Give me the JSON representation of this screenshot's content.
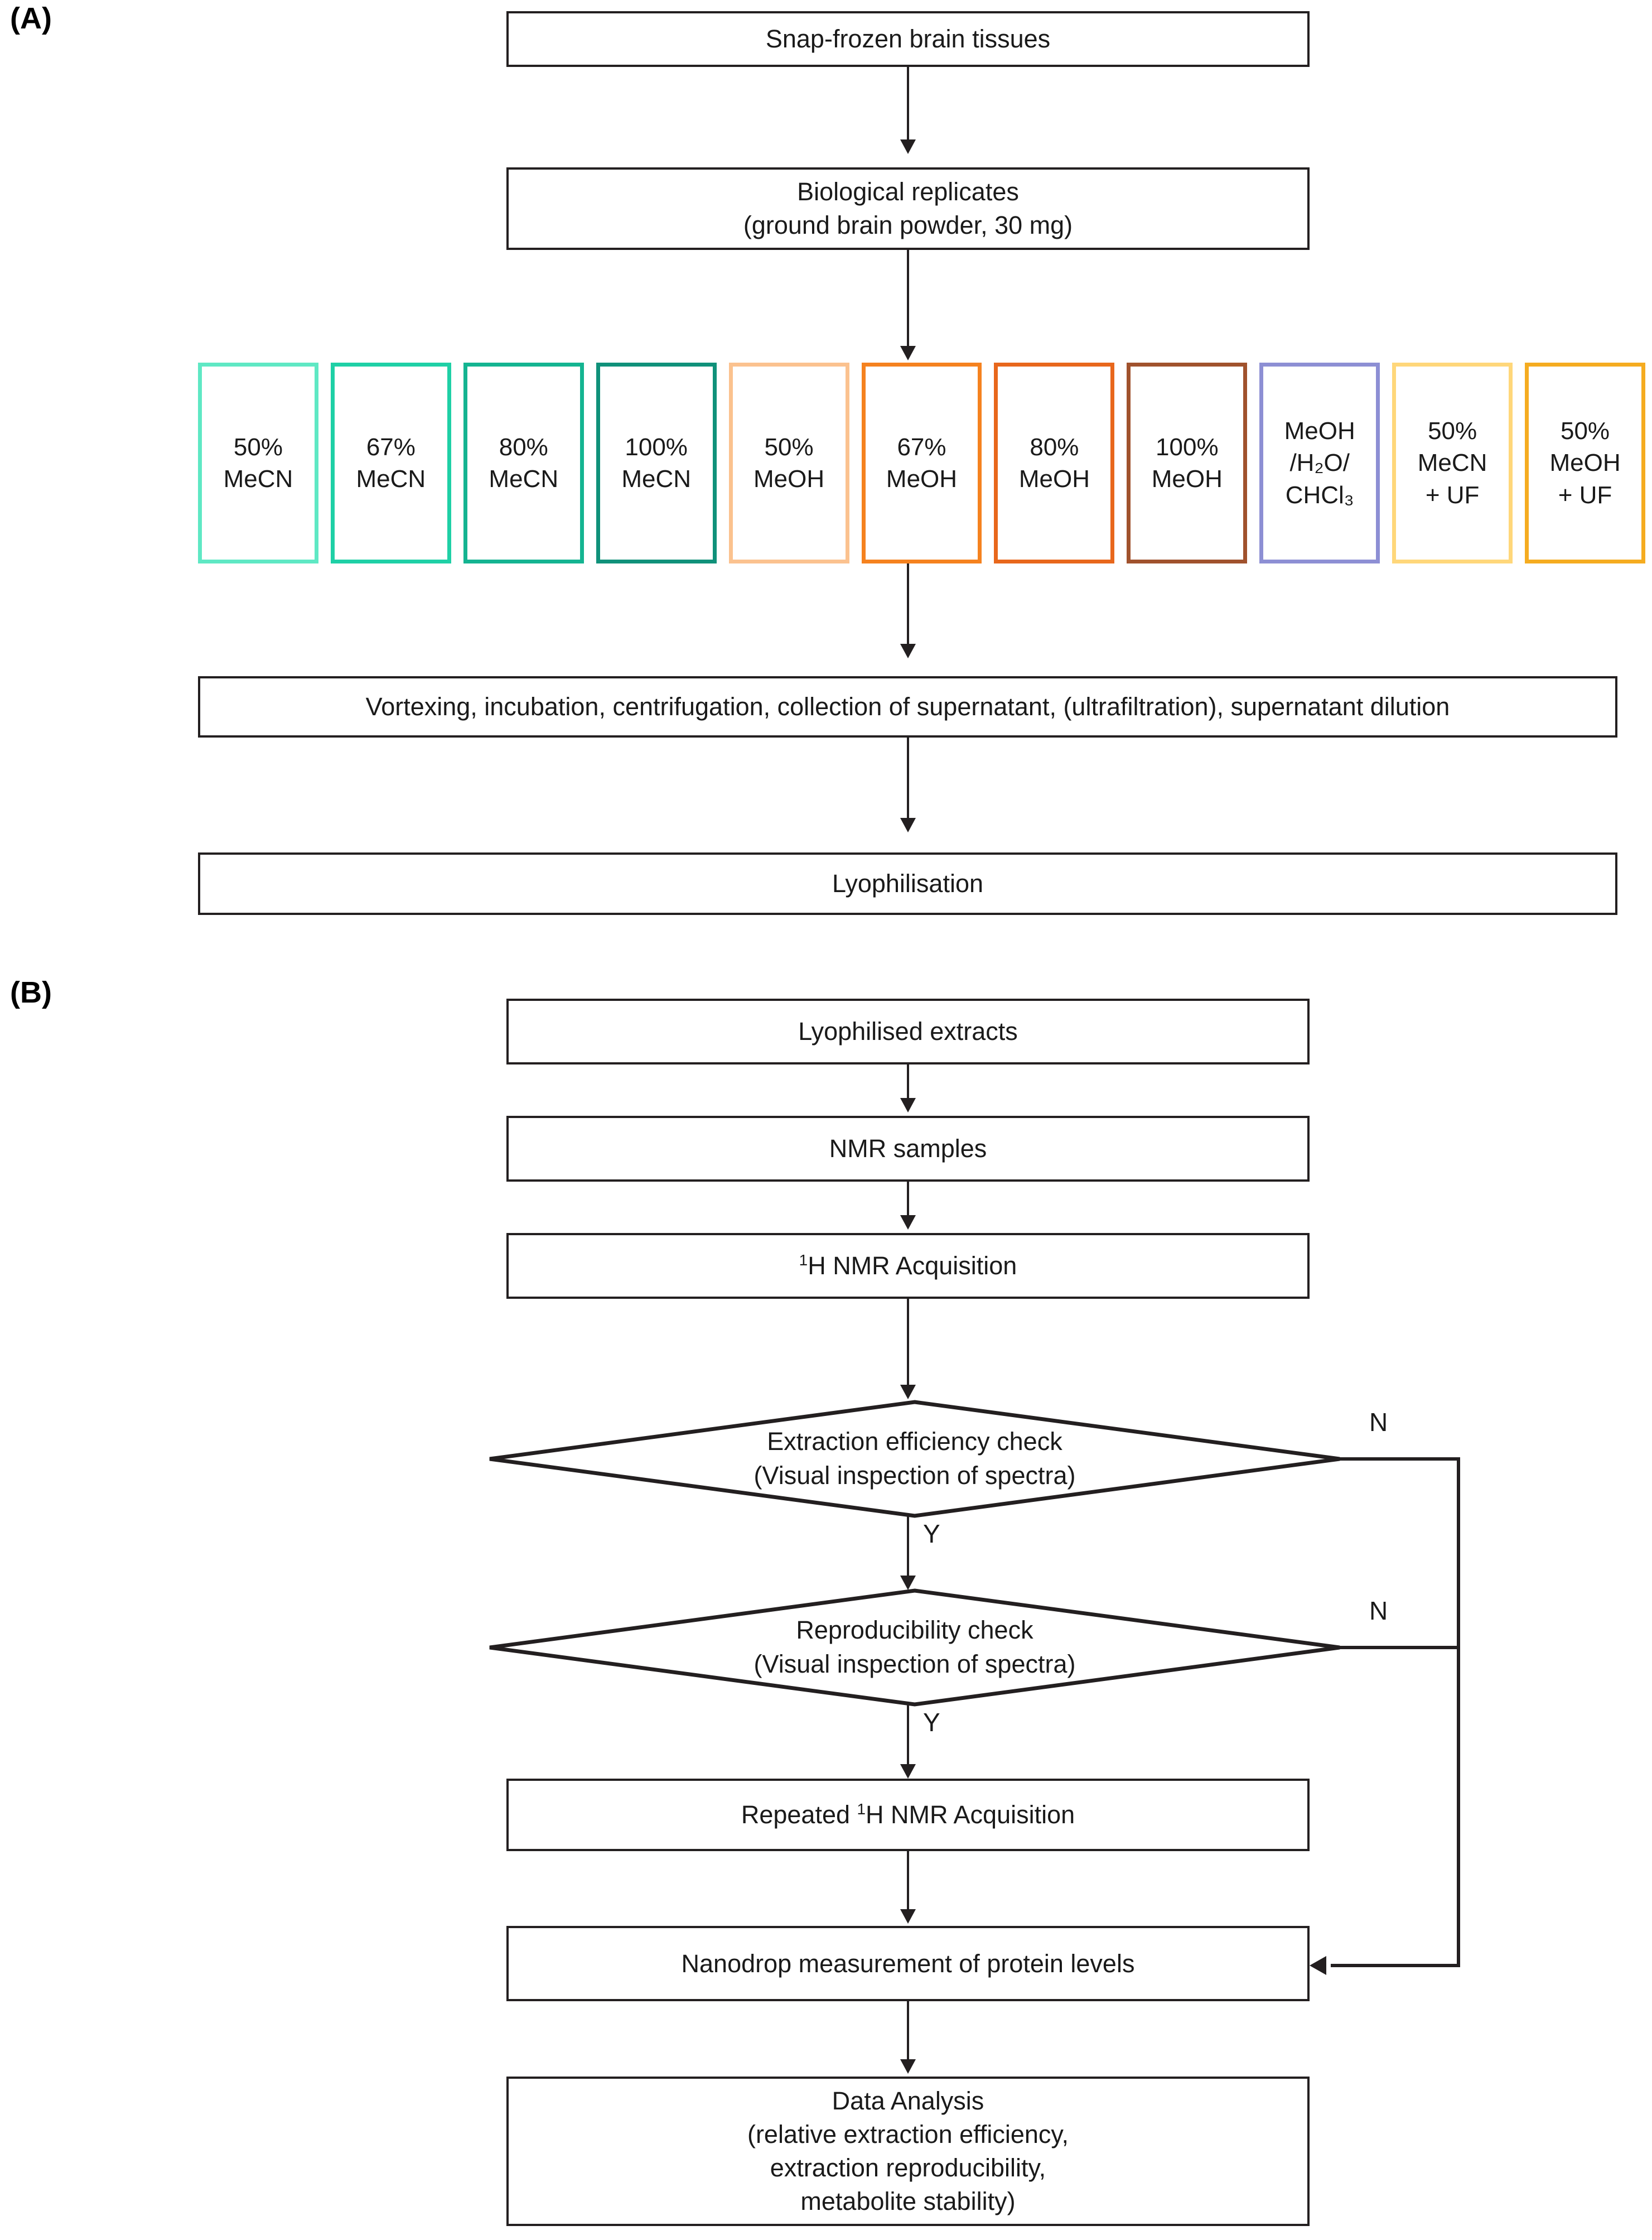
{
  "figure": {
    "panel_a_label": "(A)",
    "panel_b_label": "(B)"
  },
  "panel_a": {
    "boxes": {
      "tissues": "Snap-frozen brain tissues",
      "replicates_line1": "Biological replicates",
      "replicates_line2": "(ground brain powder, 30 mg)",
      "processing": "Vortexing, incubation, centrifugation, collection of supernatant, (ultrafiltration), supernatant dilution",
      "lyophilisation": "Lyophilisation"
    },
    "solvents": [
      {
        "line1": "50%",
        "line2": "MeCN",
        "line3": "",
        "color": "#5fe8c4"
      },
      {
        "line1": "67%",
        "line2": "MeCN",
        "line3": "",
        "color": "#1fd0a6"
      },
      {
        "line1": "80%",
        "line2": "MeCN",
        "line3": "",
        "color": "#14b491"
      },
      {
        "line1": "100%",
        "line2": "MeCN",
        "line3": "",
        "color": "#10917a"
      },
      {
        "line1": "50%",
        "line2": "MeOH",
        "line3": "",
        "color": "#fbc28f"
      },
      {
        "line1": "67%",
        "line2": "MeOH",
        "line3": "",
        "color": "#f5821f"
      },
      {
        "line1": "80%",
        "line2": "MeOH",
        "line3": "",
        "color": "#e8671c"
      },
      {
        "line1": "100%",
        "line2": "MeOH",
        "line3": "",
        "color": "#a0522d"
      },
      {
        "line1": "MeOH",
        "line2": "/H₂O/",
        "line3": "CHCl₃",
        "color": "#8d8fd4"
      },
      {
        "line1": "50%",
        "line2": "MeCN",
        "line3": "+ UF",
        "color": "#ffd77a"
      },
      {
        "line1": "50%",
        "line2": "MeOH",
        "line3": "+ UF",
        "color": "#f5ac20"
      }
    ]
  },
  "panel_b": {
    "boxes": {
      "lyophilised_extracts": "Lyophilised extracts",
      "nmr_samples": "NMR samples",
      "nmr_acquisition_sup": "1",
      "nmr_acquisition_rest": "H NMR Acquisition",
      "repeated_prefix": "Repeated ",
      "repeated_sup": "1",
      "repeated_rest": "H NMR Acquisition",
      "nanodrop": "Nanodrop measurement of protein levels",
      "data_analysis_line1": "Data Analysis",
      "data_analysis_line2": "(relative extraction efficiency,",
      "data_analysis_line3": "extraction reproducibility,",
      "data_analysis_line4": "metabolite stability)"
    },
    "decisions": [
      {
        "line1": "Extraction efficiency check",
        "line2": "(Visual inspection of spectra)",
        "yes_label": "Y",
        "no_label": "N"
      },
      {
        "line1": "Reproducibility check",
        "line2": "(Visual inspection of spectra)",
        "yes_label": "Y",
        "no_label": "N"
      }
    ]
  }
}
